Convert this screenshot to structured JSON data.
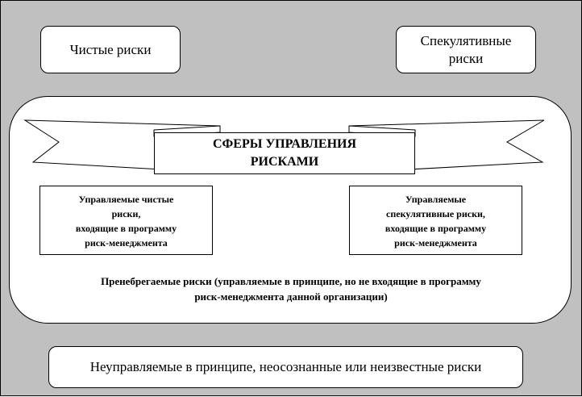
{
  "diagram": {
    "pure_risks": "Чистые риски",
    "speculative_risks": {
      "line1": "Спекулятивные",
      "line2": "риски"
    },
    "banner": {
      "line1": "СФЕРЫ УПРАВЛЕНИЯ",
      "line2": "РИСКАМИ"
    },
    "managed_pure": {
      "line1": "Управляемые чистые",
      "line2": "риски,",
      "line3": "входящие в программу",
      "line4": "риск-менеджмента"
    },
    "managed_speculative": {
      "line1": "Управляемые",
      "line2": "спекулятивные риски,",
      "line3": "входящие в программу",
      "line4": "риск-менеджмента"
    },
    "neglected": {
      "line1": "Пренебрегаемые риски (управляемые в принципе, но не входящие в программу",
      "line2": "риск-менеджмента данной организации)"
    },
    "unmanageable": "Неуправляемые в принципе, неосознанные или неизвестные риски"
  },
  "colors": {
    "background": "#c0c0c0",
    "box": "#ffffff",
    "border": "#000000"
  }
}
